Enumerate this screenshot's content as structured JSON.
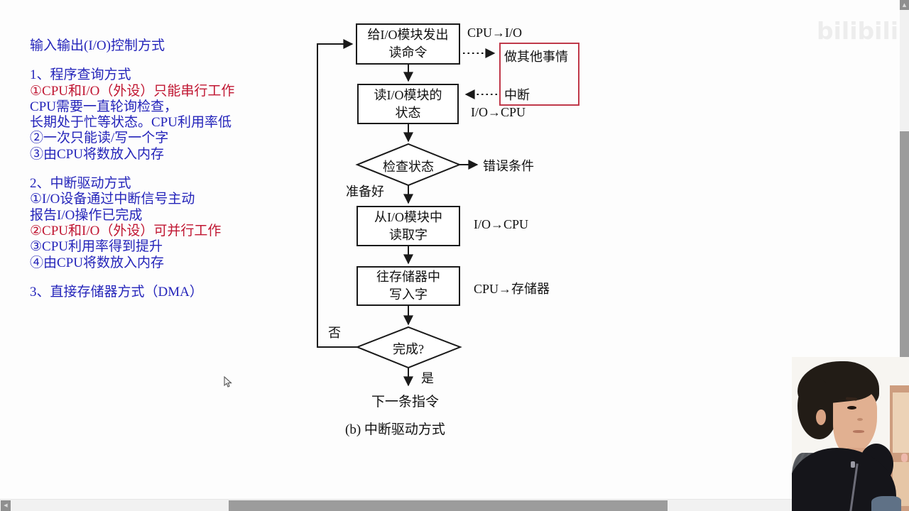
{
  "notes": {
    "lines": [
      {
        "text": "输入输出(I/O)控制方式",
        "color": "#2424ba"
      },
      {
        "text": "1、程序查询方式",
        "color": "#2424ba"
      },
      {
        "text": "①CPU和I/O（外设）只能串行工作",
        "color": "#c01531"
      },
      {
        "text": "CPU需要一直轮询检查，",
        "color": "#2424ba"
      },
      {
        "text": "长期处于忙等状态。CPU利用率低",
        "color": "#2424ba"
      },
      {
        "text": "②一次只能读/写一个字",
        "color": "#2424ba"
      },
      {
        "text": "③由CPU将数放入内存",
        "color": "#2424ba"
      },
      {
        "text": "2、中断驱动方式",
        "color": "#2424ba"
      },
      {
        "text": "①I/O设备通过中断信号主动",
        "color": "#2424ba"
      },
      {
        "text": "报告I/O操作已完成",
        "color": "#2424ba"
      },
      {
        "text": "②CPU和I/O（外设）可并行工作",
        "color": "#c01531"
      },
      {
        "text": "③CPU利用率得到提升",
        "color": "#2424ba"
      },
      {
        "text": "④由CPU将数放入内存",
        "color": "#2424ba"
      },
      {
        "text": "3、直接存储器方式（DMA）",
        "color": "#2424ba"
      }
    ]
  },
  "flowchart": {
    "boxes": {
      "issue_read": {
        "line1": "给I/O模块发出",
        "line2": "读命令"
      },
      "read_status": {
        "line1": "读I/O模块的",
        "line2": "状态"
      },
      "read_word": {
        "line1": "从I/O模块中",
        "line2": "读取字"
      },
      "write_word": {
        "line1": "往存储器中",
        "line2": "写入字"
      }
    },
    "diamonds": {
      "check": "检查状态",
      "done": "完成?"
    },
    "labels": {
      "cpu_to_io": "CPU→I/O",
      "do_other_things": "做其他事情",
      "interrupt": "中断",
      "io_to_cpu_top": "I/O→CPU",
      "error_condition": "错误条件",
      "ready": "准备好",
      "io_to_cpu_mid": "I/O→CPU",
      "cpu_to_memory": "CPU→存储器",
      "no": "否",
      "yes": "是",
      "next_instruction": "下一条指令",
      "caption": "(b) 中断驱动方式"
    },
    "colors": {
      "stroke": "#1a1a1a",
      "highlight": "#c0394a",
      "note_blue": "#2424ba",
      "note_red": "#c01531"
    }
  },
  "watermark": {
    "text": "bilibili"
  },
  "icons": {
    "scroll_up": "▲",
    "scroll_left": "◀"
  }
}
